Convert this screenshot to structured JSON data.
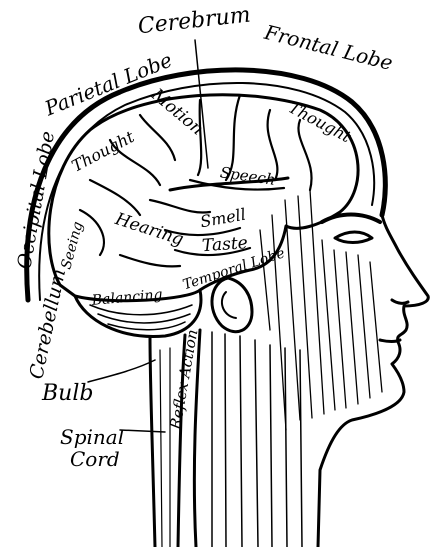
{
  "labels": {
    "cerebrum": "Cerebrum",
    "frontal_lobe": "Frontal Lobe",
    "parietal_lobe": "Parietal Lobe",
    "occipital_lobe": "Occipital Lobe",
    "cerebellum": "Cerebellum",
    "motion": "Motion",
    "thought_left": "Thought",
    "thought_right": "Thought",
    "speech": "Speech",
    "smell": "Smell",
    "seeing": "Seeing",
    "hearing": "Hearing",
    "taste": "Taste",
    "temporal_lobe": "Temporal Lobe",
    "balancing": "Balancing",
    "reflex_action": "Reflex Action",
    "bulb": "Bulb",
    "spinal": "Spinal",
    "cord": "Cord"
  },
  "colors": {
    "ink": "#000000",
    "paper": "#ffffff"
  }
}
